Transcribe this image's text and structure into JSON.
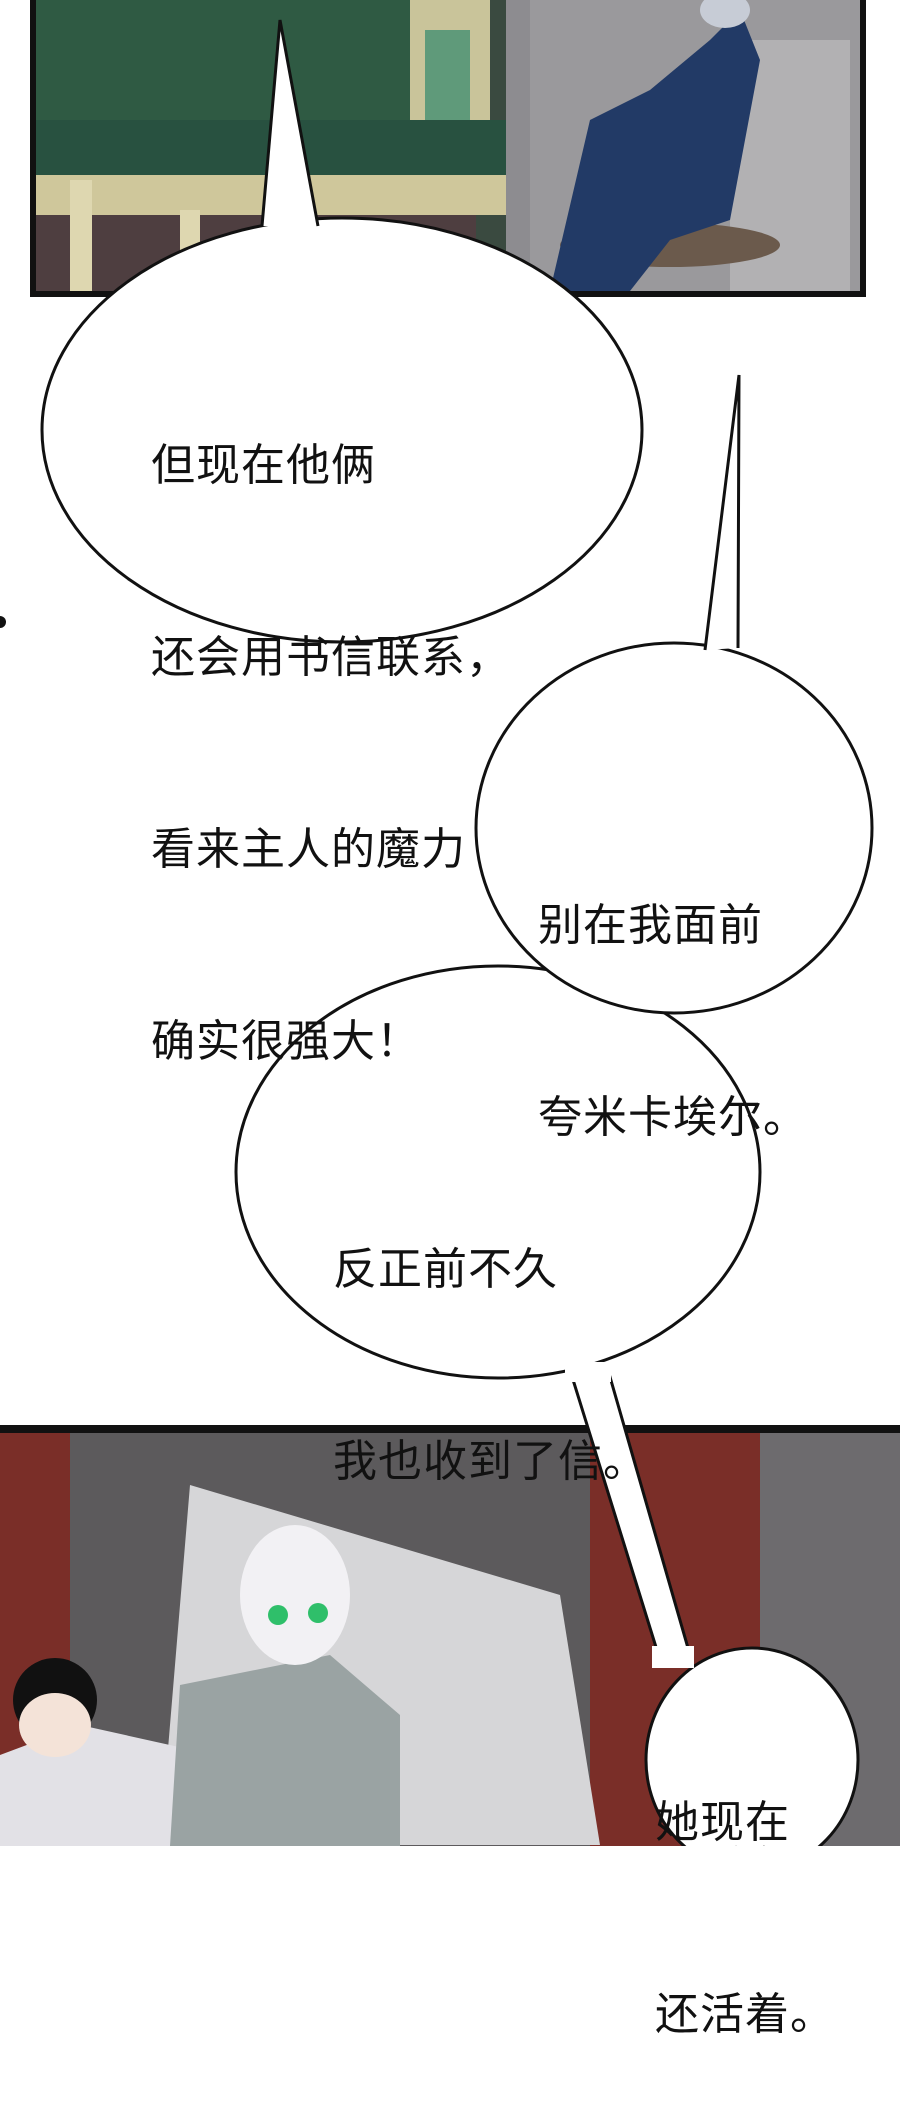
{
  "bubbles": [
    {
      "lines": [
        "但现在他俩",
        "还会用书信联系，",
        "看来主人的魔力",
        "确实很强大！"
      ]
    },
    {
      "lines": [
        "别在我面前",
        "夸米卡埃尔。"
      ]
    },
    {
      "lines": [
        "反正前不久",
        "我也收到了信。"
      ]
    },
    {
      "lines": [
        "她现在",
        "还活着。"
      ]
    }
  ],
  "colors": {
    "panel_border": "#111111",
    "sofa_green": "#2f5a43",
    "wall_gray": "#8a8a8c",
    "curtain_red": "#7a2e28",
    "robe_blue": "#223a66"
  }
}
